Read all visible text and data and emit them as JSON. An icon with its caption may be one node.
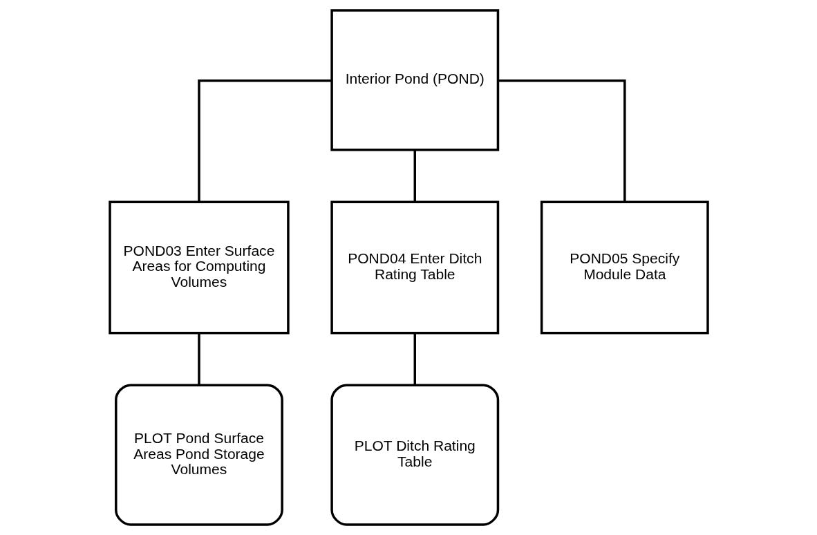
{
  "diagram": {
    "nodes": [
      {
        "text": [
          "Interior Pond (POND)"
        ]
      },
      {
        "text": [
          "POND03 Enter Surface Areas for Computing Volumes"
        ]
      },
      {
        "text": [
          "POND04 Enter Ditch Rating Table"
        ]
      },
      {
        "text": [
          "POND05 Specify Module Data"
        ]
      },
      {
        "text": [
          "PLOT Pond Surface Areas Pond Storage Volumes"
        ]
      },
      {
        "text": [
          "PLOT Ditch Rating Table"
        ]
      }
    ],
    "edges": [
      {
        "from": 0,
        "to": 1,
        "arrow": "none"
      },
      {
        "from": 0,
        "to": 2,
        "arrow": "none"
      },
      {
        "from": 0,
        "to": 3,
        "arrow": "none"
      },
      {
        "from": 1,
        "to": 4,
        "arrow": "none"
      },
      {
        "from": 2,
        "to": 5,
        "arrow": "none"
      }
    ]
  }
}
